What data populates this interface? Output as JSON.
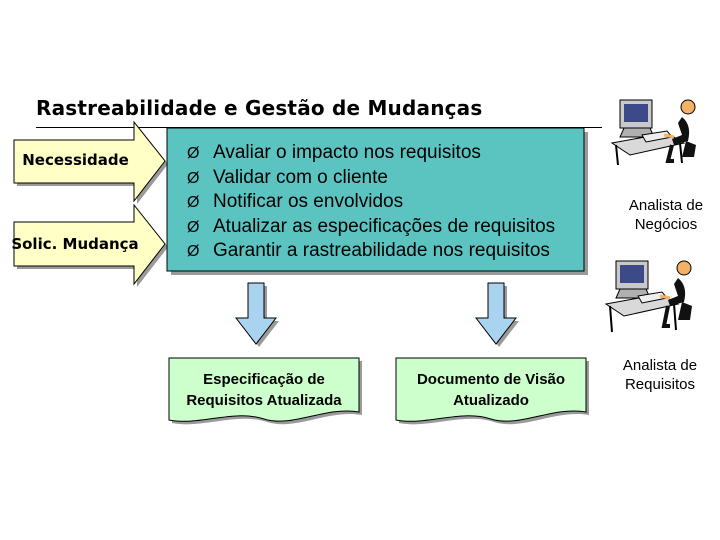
{
  "title": "Rastreabilidade e Gestão de Mudanças",
  "inputs": [
    {
      "label": "Necessidade"
    },
    {
      "label": "Solic. Mudança"
    }
  ],
  "bullet_marker": "Ø",
  "actions": [
    "Avaliar o impacto nos requisitos",
    "Validar com o cliente",
    "Notificar os envolvidos",
    "Atualizar as especificações de requisitos",
    "Garantir a rastreabilidade nos requisitos"
  ],
  "outputs": [
    {
      "line1": "Especificação de",
      "line2": "Requisitos Atualizada"
    },
    {
      "line1": "Documento de Visão",
      "line2": "Atualizado"
    }
  ],
  "roles": [
    {
      "line1": "Analista de",
      "line2": "Negócios",
      "icon": "person-at-computer-icon"
    },
    {
      "line1": "Analista de",
      "line2": "Requisitos",
      "icon": "person-at-computer-icon"
    }
  ],
  "colors": {
    "arrow_fill": "#ffffc6",
    "process_box_fill": "#5bc3c0",
    "down_arrow_fill": "#a9d3ef",
    "output_fill": "#ccffcc",
    "shadow": "#9a9a9a"
  }
}
